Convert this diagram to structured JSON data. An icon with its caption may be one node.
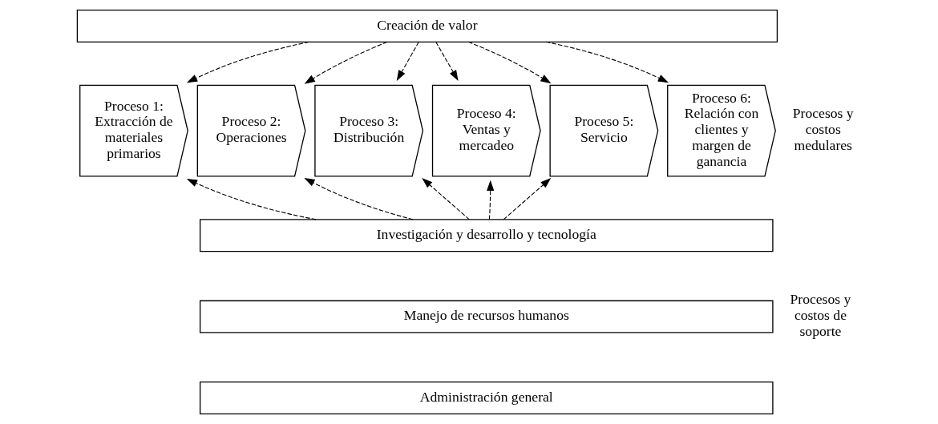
{
  "diagram": {
    "nodes": [
      {
        "text": [
          "Creación de valor"
        ]
      },
      {
        "text": [
          "Proceso 1:",
          "Extracción de materiales primarios"
        ]
      },
      {
        "text": [
          "Proceso 2:",
          "Operaciones"
        ]
      },
      {
        "text": [
          "Proceso 3:",
          "Distribución"
        ]
      },
      {
        "text": [
          "Proceso 4:",
          "Ventas y mercadeo"
        ]
      },
      {
        "text": [
          "Proceso 5:",
          "Servicio"
        ]
      },
      {
        "text": [
          "Proceso 6:",
          "Relación con clientes y margen de ganancia"
        ]
      },
      {
        "text": [
          "Investigación y desarrollo y tecnología"
        ]
      },
      {
        "text": [
          "Manejo de recursos humanos"
        ]
      },
      {
        "text": [
          "Administración general"
        ]
      }
    ],
    "edges": [
      {
        "from": 0,
        "to": 1,
        "arrow": "to",
        "style": "dashed"
      },
      {
        "from": 0,
        "to": 2,
        "arrow": "to",
        "style": "dashed"
      },
      {
        "from": 0,
        "to": 3,
        "arrow": "to",
        "style": "dashed"
      },
      {
        "from": 0,
        "to": 4,
        "arrow": "to",
        "style": "dashed"
      },
      {
        "from": 0,
        "to": 5,
        "arrow": "to",
        "style": "dashed"
      },
      {
        "from": 0,
        "to": 6,
        "arrow": "to",
        "style": "dashed"
      },
      {
        "from": 7,
        "to": 1,
        "arrow": "to",
        "style": "dashed"
      },
      {
        "from": 7,
        "to": 2,
        "arrow": "to",
        "style": "dashed"
      },
      {
        "from": 7,
        "to": 3,
        "arrow": "to",
        "style": "dashed"
      },
      {
        "from": 7,
        "to": 4,
        "arrow": "to",
        "style": "dashed"
      },
      {
        "from": 7,
        "to": 5,
        "arrow": "to",
        "style": "dashed"
      }
    ],
    "labels": [
      "Procesos y costos medulares",
      "Procesos y costos de soporte"
    ]
  }
}
